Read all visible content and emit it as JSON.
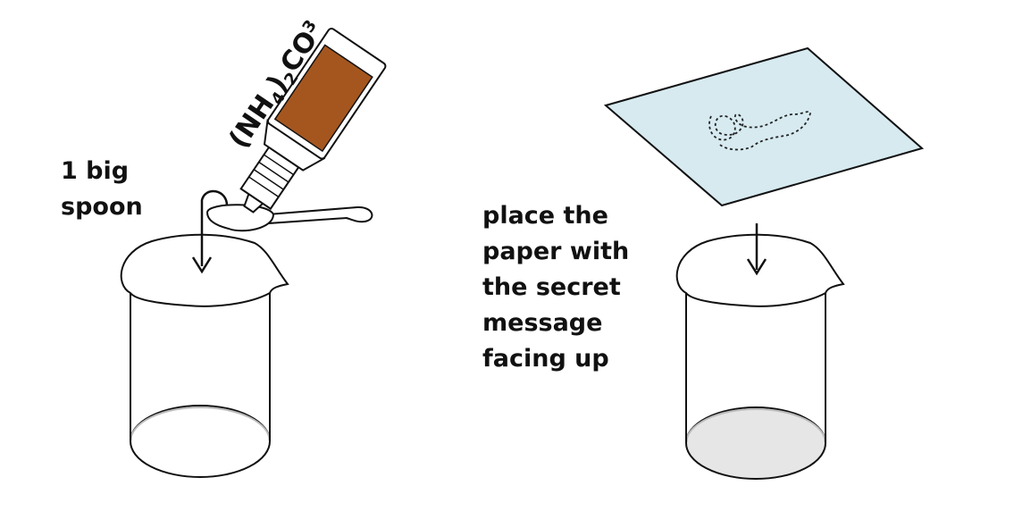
{
  "step1": {
    "label_lines": [
      "1 big",
      "spoon"
    ],
    "chemical": {
      "formula_parts": [
        "(NH",
        "4",
        ")",
        "2",
        "CO",
        "3"
      ]
    }
  },
  "step2": {
    "label_lines": [
      "place the",
      "paper with",
      "the secret",
      "message",
      "facing up"
    ]
  },
  "colors": {
    "bottle_body": "#A5561F",
    "paper": "#D6EAF0",
    "outline": "#111111",
    "liquid": "#E6E6E6"
  }
}
